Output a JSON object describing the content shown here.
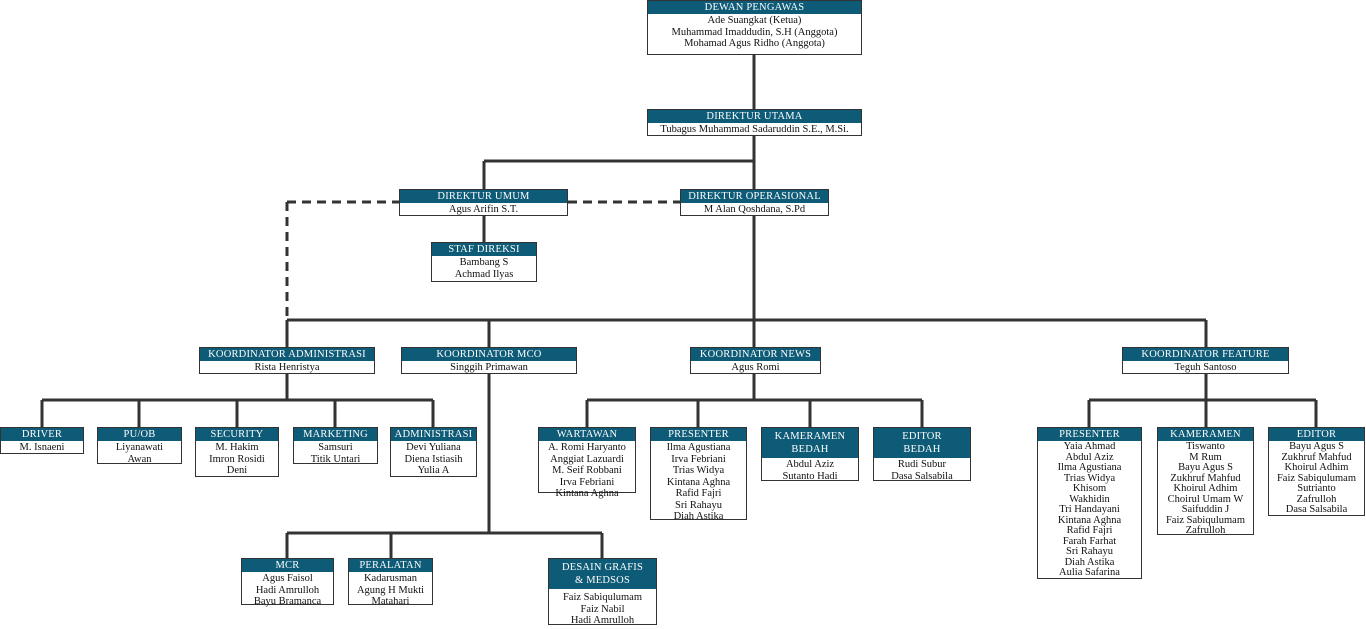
{
  "colors": {
    "header": "#0e5b78",
    "line": "#333333",
    "text": "#111111"
  },
  "nodes": {
    "dewan": {
      "title": "DEWAN PENGAWAS",
      "lines": [
        "Ade Suangkat (Ketua)",
        "Muhammad Imaddudin, S.H (Anggota)",
        "Mohamad Agus Ridho (Anggota)"
      ]
    },
    "dirut": {
      "title": "DIREKTUR UTAMA",
      "lines": [
        "Tubagus Muhammad Sadaruddin S.E., M.Si."
      ]
    },
    "dirum": {
      "title": "DIREKTUR UMUM",
      "lines": [
        "Agus Arifin S.T."
      ]
    },
    "dirop": {
      "title": "DIREKTUR OPERASIONAL",
      "lines": [
        "M Alan Qoshdana, S.Pd"
      ]
    },
    "staf": {
      "title": "STAF DIREKSI",
      "lines": [
        "Bambang S",
        "Achmad Ilyas"
      ]
    },
    "kadm": {
      "title": "KOORDINATOR ADMINISTRASI",
      "lines": [
        "Rista Henristya"
      ]
    },
    "kmco": {
      "title": "KOORDINATOR MCO",
      "lines": [
        "Singgih Primawan"
      ]
    },
    "knews": {
      "title": "KOORDINATOR NEWS",
      "lines": [
        "Agus Romi"
      ]
    },
    "kfeat": {
      "title": "KOORDINATOR FEATURE",
      "lines": [
        "Teguh Santoso"
      ]
    },
    "driver": {
      "title": "DRIVER",
      "lines": [
        "M. Isnaeni"
      ]
    },
    "puob": {
      "title": "PU/OB",
      "lines": [
        "Liyanawati",
        "Awan"
      ]
    },
    "security": {
      "title": "SECURITY",
      "lines": [
        "M. Hakim",
        "Imron Rosidi",
        "Deni"
      ]
    },
    "marketing": {
      "title": "MARKETING",
      "lines": [
        "Samsuri",
        "Titik Untari"
      ]
    },
    "administrasi": {
      "title": "ADMINISTRASI",
      "lines": [
        "Devi Yuliana",
        "Diena Istiasih",
        "Yulia A"
      ]
    },
    "wartawan": {
      "title": "WARTAWAN",
      "lines": [
        "A. Romi Haryanto",
        "Anggiat Lazuardi",
        "M. Seif Robbani",
        "Irva Febriani",
        "Kintana Aghna"
      ]
    },
    "presenter_news": {
      "title": "PRESENTER",
      "lines": [
        "Ilma Agustiana",
        "Irva Febriani",
        "Trias Widya",
        "Kintana Aghna",
        "Rafid Fajri",
        "Sri Rahayu",
        "Diah Astika"
      ]
    },
    "kameramen_bedah": {
      "title": "KAMERAMEN BEDAH",
      "lines": [
        "Abdul Aziz",
        "Sutanto Hadi"
      ]
    },
    "editor_bedah": {
      "title": "EDITOR BEDAH",
      "lines": [
        "Rudi Subur",
        "Dasa Salsabila"
      ]
    },
    "mcr": {
      "title": "MCR",
      "lines": [
        "Agus Faisol",
        "Hadi Amrulloh",
        "Bayu Bramanca"
      ]
    },
    "peralatan": {
      "title": "PERALATAN",
      "lines": [
        "Kadarusman",
        "Agung H Mukti",
        "Matahari"
      ]
    },
    "desain": {
      "title": "DESAIN GRAFIS & MEDSOS",
      "lines": [
        "Faiz Sabiqulumam",
        "Faiz Nabil",
        "Hadi Amrulloh"
      ]
    },
    "presenter_feat": {
      "title": "PRESENTER",
      "lines": [
        "Yaia Ahmad",
        "Abdul Aziz",
        "Ilma Agustiana",
        "Trias Widya",
        "Khisom",
        "Wakhidin",
        "Tri Handayani",
        "Kintana Aghna",
        "Rafid Fajri",
        "Farah Farhat",
        "Sri Rahayu",
        "Diah Astika",
        "Aulia Safarina"
      ]
    },
    "kameramen_feat": {
      "title": "KAMERAMEN",
      "lines": [
        "Tiswanto",
        "M Rum",
        "Bayu Agus S",
        "Zukhruf Mahfud",
        "Khoirul Adhim",
        "Choirul Umam W",
        "Saifuddin J",
        "Faiz Sabiqulumam",
        "Zafrulloh"
      ]
    },
    "editor_feat": {
      "title": "EDITOR",
      "lines": [
        "Bayu Agus S",
        "Zukhruf Mahfud",
        "Khoirul Adhim",
        "Faiz Sabiqulumam",
        "Sutrianto",
        "Zafrulloh",
        "Dasa Salsabila"
      ]
    }
  }
}
